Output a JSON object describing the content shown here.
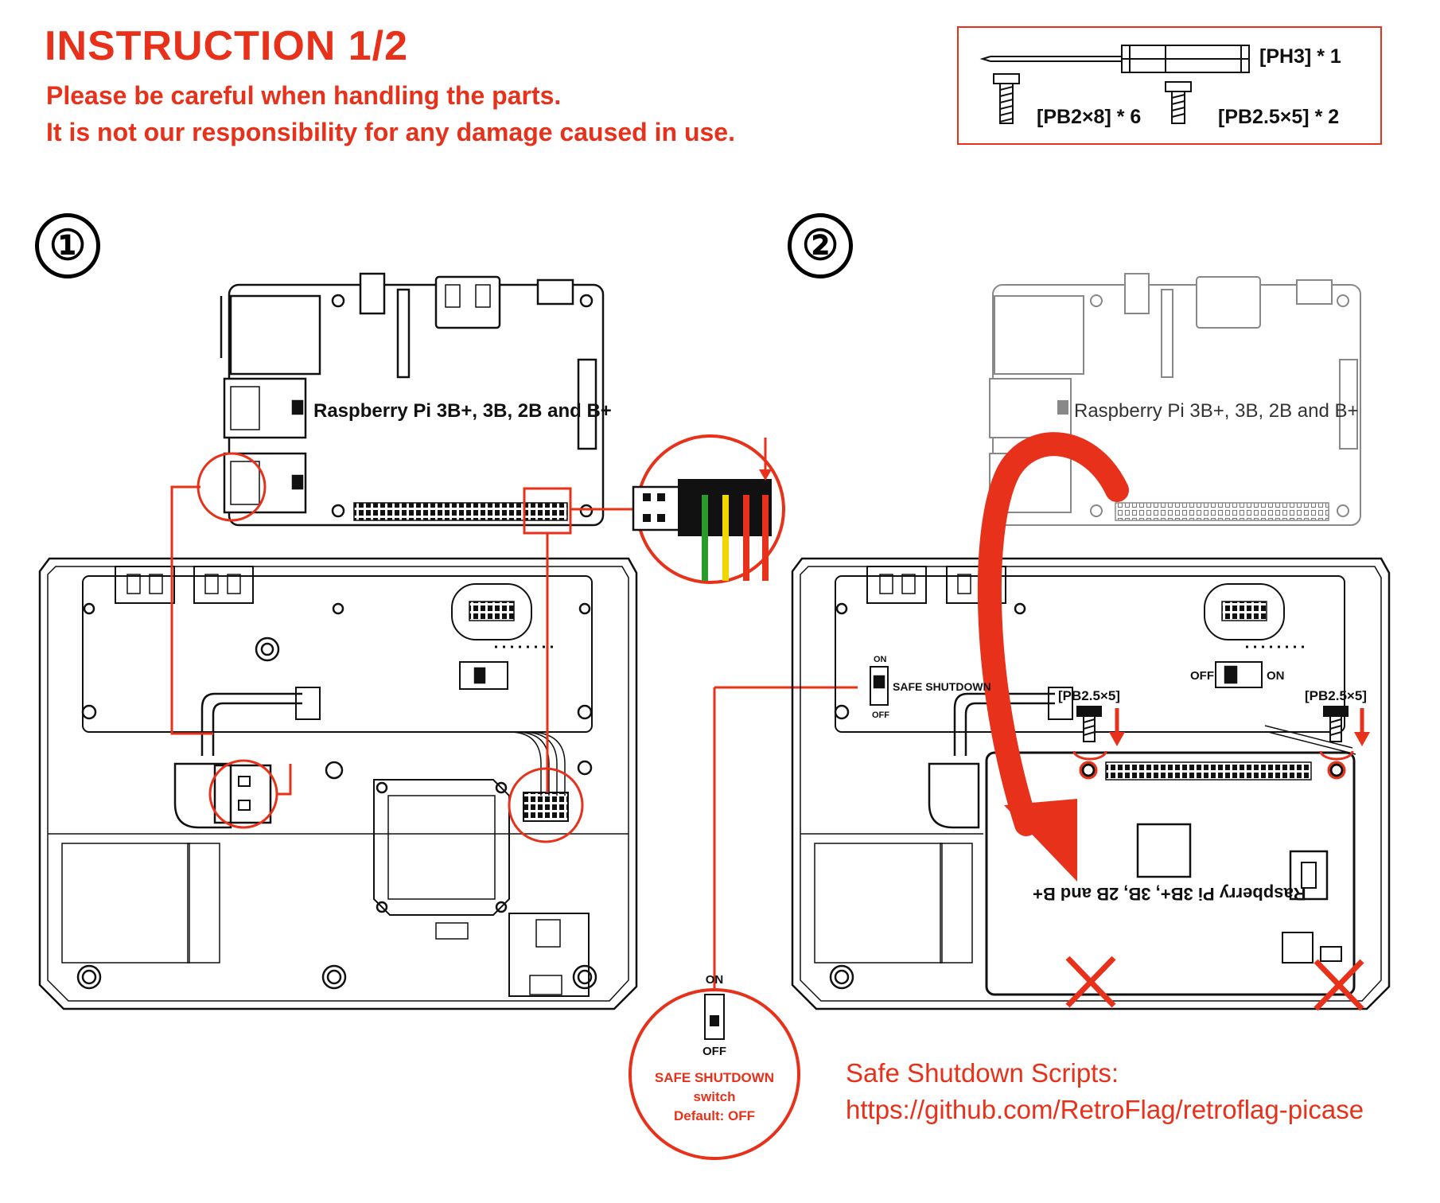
{
  "header": {
    "title": "INSTRUCTION 1/2",
    "warning_line1": "Please be careful when handling the parts.",
    "warning_line2": "It is not our responsibility for any damage caused in use."
  },
  "parts_box": {
    "screwdriver": "[PH3] * 1",
    "screw_long": "[PB2×8] * 6",
    "screw_short": "[PB2.5×5] * 2"
  },
  "steps": [
    {
      "number": "①",
      "board_label": "Raspberry Pi 3B+, 3B, 2B and B+"
    },
    {
      "number": "②",
      "board_label": "Raspberry Pi 3B+, 3B, 2B and B+",
      "board_label_flipped": "Raspberry Pi 3B+, 3B, 2B and B+",
      "switch_on": "ON",
      "switch_off": "OFF",
      "switch_label": "SAFE SHUTDOWN",
      "power_off": "OFF",
      "power_on": "ON",
      "screw_tag_left": "[PB2.5×5]",
      "screw_tag_right": "[PB2.5×5]"
    }
  ],
  "callout": {
    "on": "ON",
    "off": "OFF",
    "line1": "SAFE SHUTDOWN",
    "line2": "switch",
    "line3": "Default: OFF"
  },
  "footer": {
    "scripts_label": "Safe Shutdown Scripts:",
    "scripts_url": "https://github.com/RetroFlag/retroflag-picase"
  },
  "colors": {
    "accent": "#e8311a",
    "line": "#111111",
    "wire_green": "#2a9a2a",
    "wire_yellow": "#f2d400",
    "wire_red": "#e8311a"
  }
}
